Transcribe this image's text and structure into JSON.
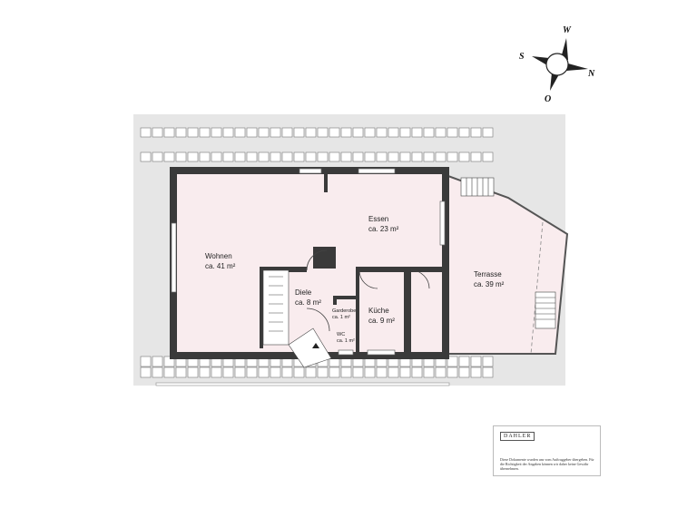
{
  "compass": {
    "north": "N",
    "south": "S",
    "west": "W",
    "east": "O"
  },
  "rooms": [
    {
      "name": "Wohnen",
      "area": "ca. 41 m²"
    },
    {
      "name": "Essen",
      "area": "ca. 23 m²"
    },
    {
      "name": "Diele",
      "area": "ca. 8 m²"
    },
    {
      "name": "Küche",
      "area": "ca. 9 m²"
    },
    {
      "name": "Garderobe",
      "area": "ca. 1 m²"
    },
    {
      "name": "WC",
      "area": "ca. 1 m²"
    },
    {
      "name": "Terrasse",
      "area": "ca. 39 m²"
    }
  ],
  "colors": {
    "room_fill": "#f9ecee",
    "wall": "#3a3a3a",
    "site": "#e6e6e6"
  },
  "disclaimer": {
    "logo": "DAHLER",
    "text": "Diese Dokumente wurden uns vom Auftraggeber übergeben. Für die Richtigkeit der Angaben können wir daher keine Gewähr übernehmen."
  }
}
